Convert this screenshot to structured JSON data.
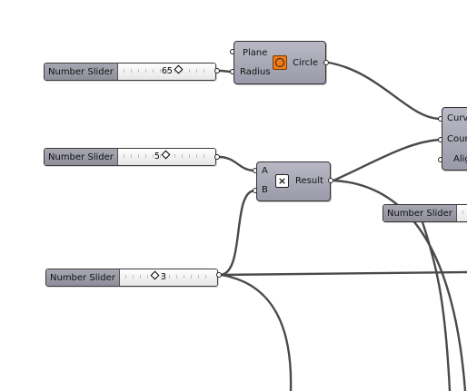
{
  "sliders": [
    {
      "label": "Number Slider",
      "value": "65"
    },
    {
      "label": "Number Slider",
      "value": "5"
    },
    {
      "label": "Number Slider",
      "value": "3"
    },
    {
      "label": "Number Slider",
      "value": ""
    }
  ],
  "circle": {
    "inputs": [
      "Plane",
      "Radius"
    ],
    "output": "Circle"
  },
  "multiply": {
    "inputs": [
      "A",
      "B"
    ],
    "output": "Result",
    "symbol": "×"
  },
  "divide": {
    "inputs": [
      "Curv",
      "Cour",
      "Alig"
    ]
  },
  "icons": {
    "circle_component": "circle-cnr-icon",
    "multiply_component": "multiply-icon"
  },
  "colors": {
    "wire": "#4a4a4a",
    "component": "#a8a8b5",
    "icon_orange": "#f07a16"
  }
}
